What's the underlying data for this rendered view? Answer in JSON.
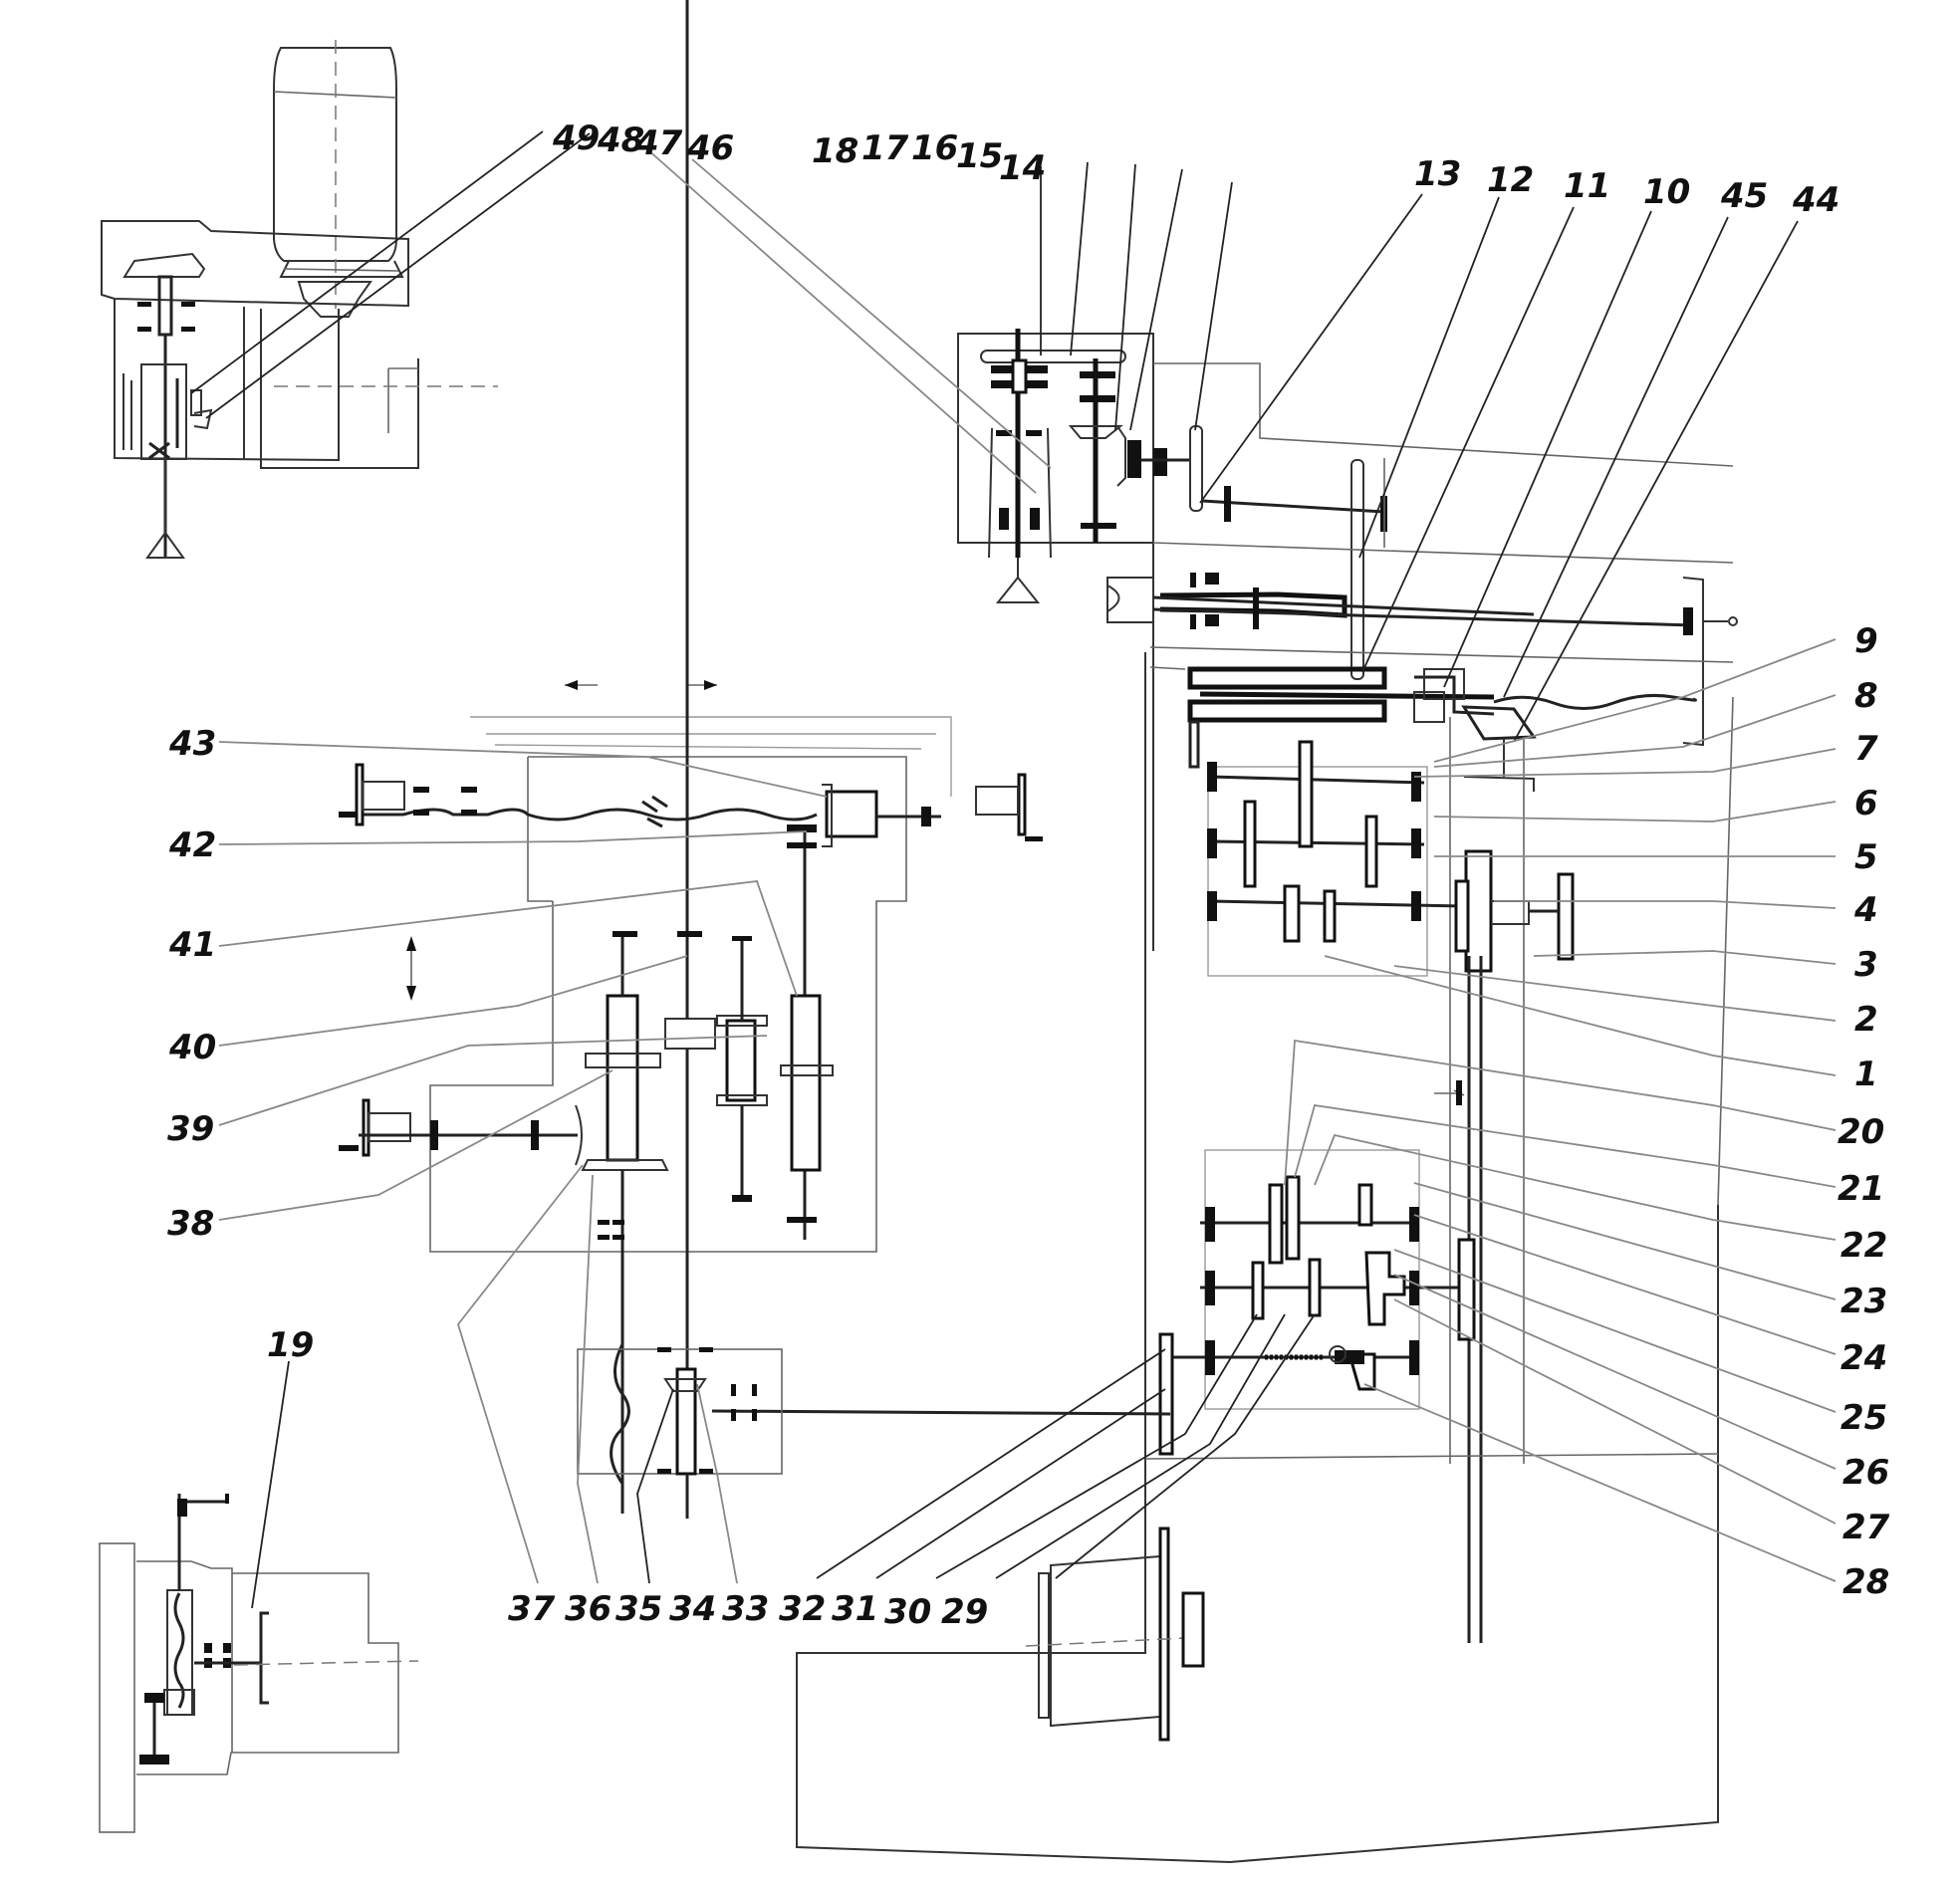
{
  "figure": {
    "type": "kinematic-scheme",
    "subject": "milling machine kinematic diagram",
    "direction_arrows": {
      "table_longitudinal": "↔",
      "knee_vertical": "↕"
    }
  },
  "labels": {
    "top_left": [
      "49",
      "48"
    ],
    "top_middle": [
      "47",
      "46"
    ],
    "top_right": [
      "18",
      "17",
      "16",
      "15",
      "14",
      "13",
      "12",
      "11",
      "10",
      "45",
      "44"
    ],
    "right_upper": [
      "9",
      "8",
      "7",
      "6",
      "5",
      "4",
      "3",
      "2",
      "1"
    ],
    "right_lower": [
      "20",
      "21",
      "22",
      "23",
      "24",
      "25",
      "26",
      "27",
      "28"
    ],
    "left": [
      "43",
      "42",
      "41",
      "40",
      "39",
      "38"
    ],
    "bottom": [
      "37",
      "36",
      "35",
      "34",
      "33",
      "32",
      "31",
      "30",
      "29"
    ],
    "bottom_left": [
      "19"
    ]
  }
}
